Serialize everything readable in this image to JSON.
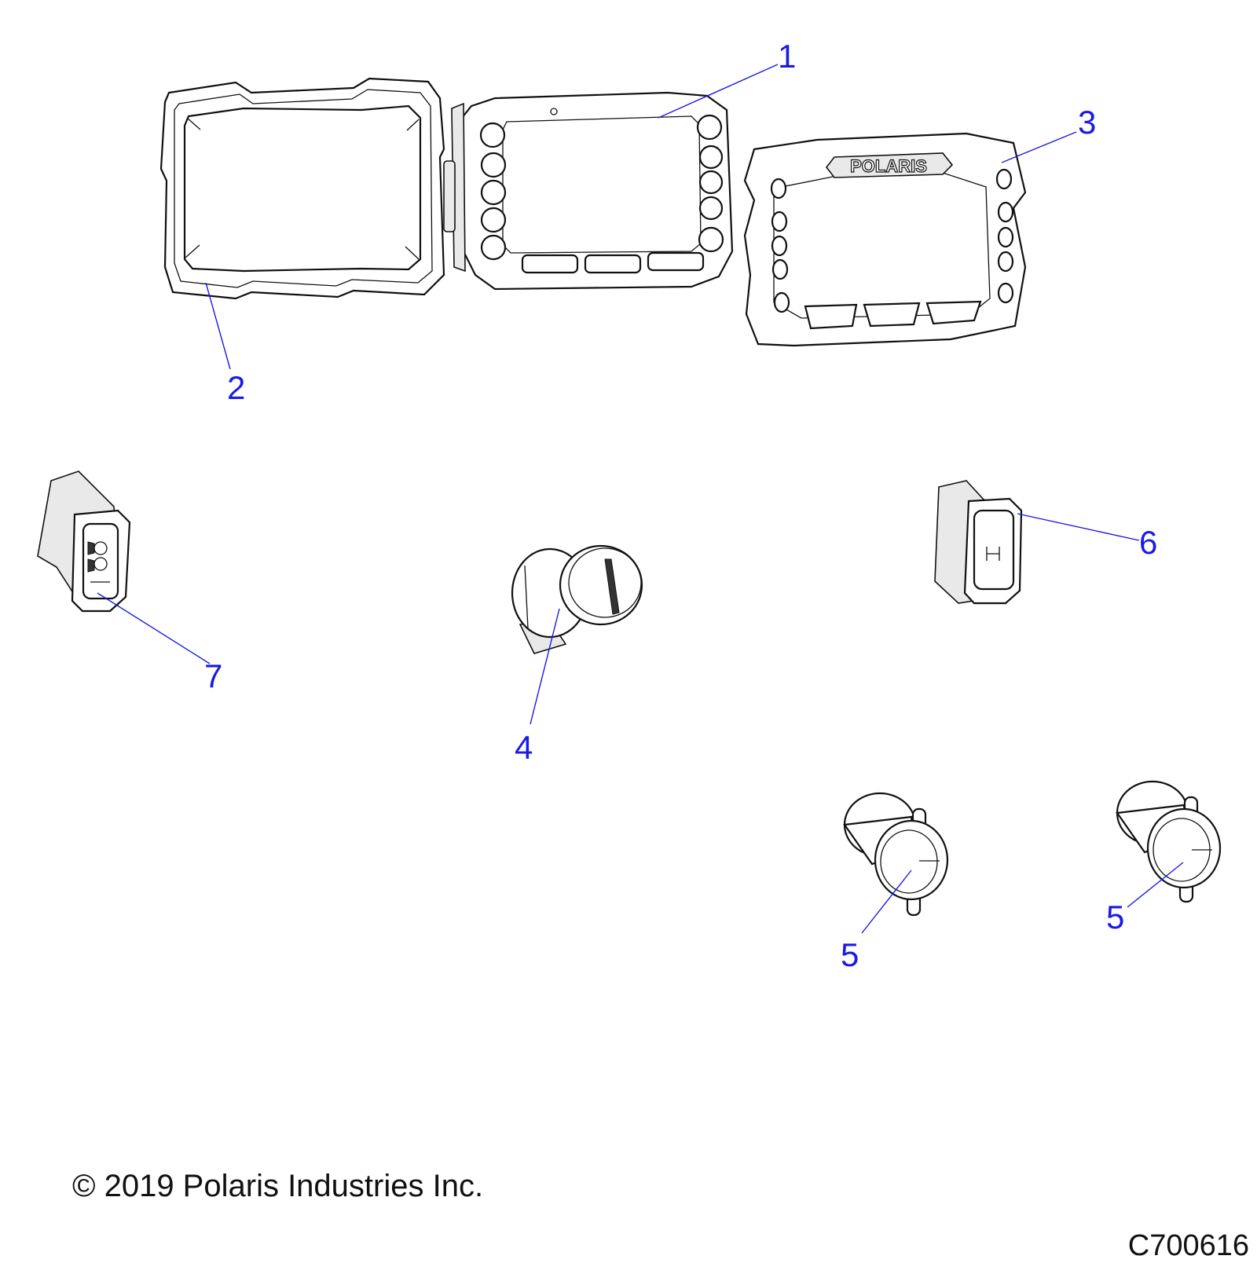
{
  "callouts": {
    "c1": "1",
    "c2": "2",
    "c3": "3",
    "c4": "4",
    "c5a": "5",
    "c5b": "5",
    "c6": "6",
    "c7": "7"
  },
  "bezel_logo": "POLARIS",
  "footer": {
    "copyright": "© 2019 Polaris Industries Inc.",
    "drawing_number": "C700616"
  },
  "colors": {
    "callout": "#1a1ae6",
    "line_art": "#111111",
    "background": "#ffffff"
  }
}
